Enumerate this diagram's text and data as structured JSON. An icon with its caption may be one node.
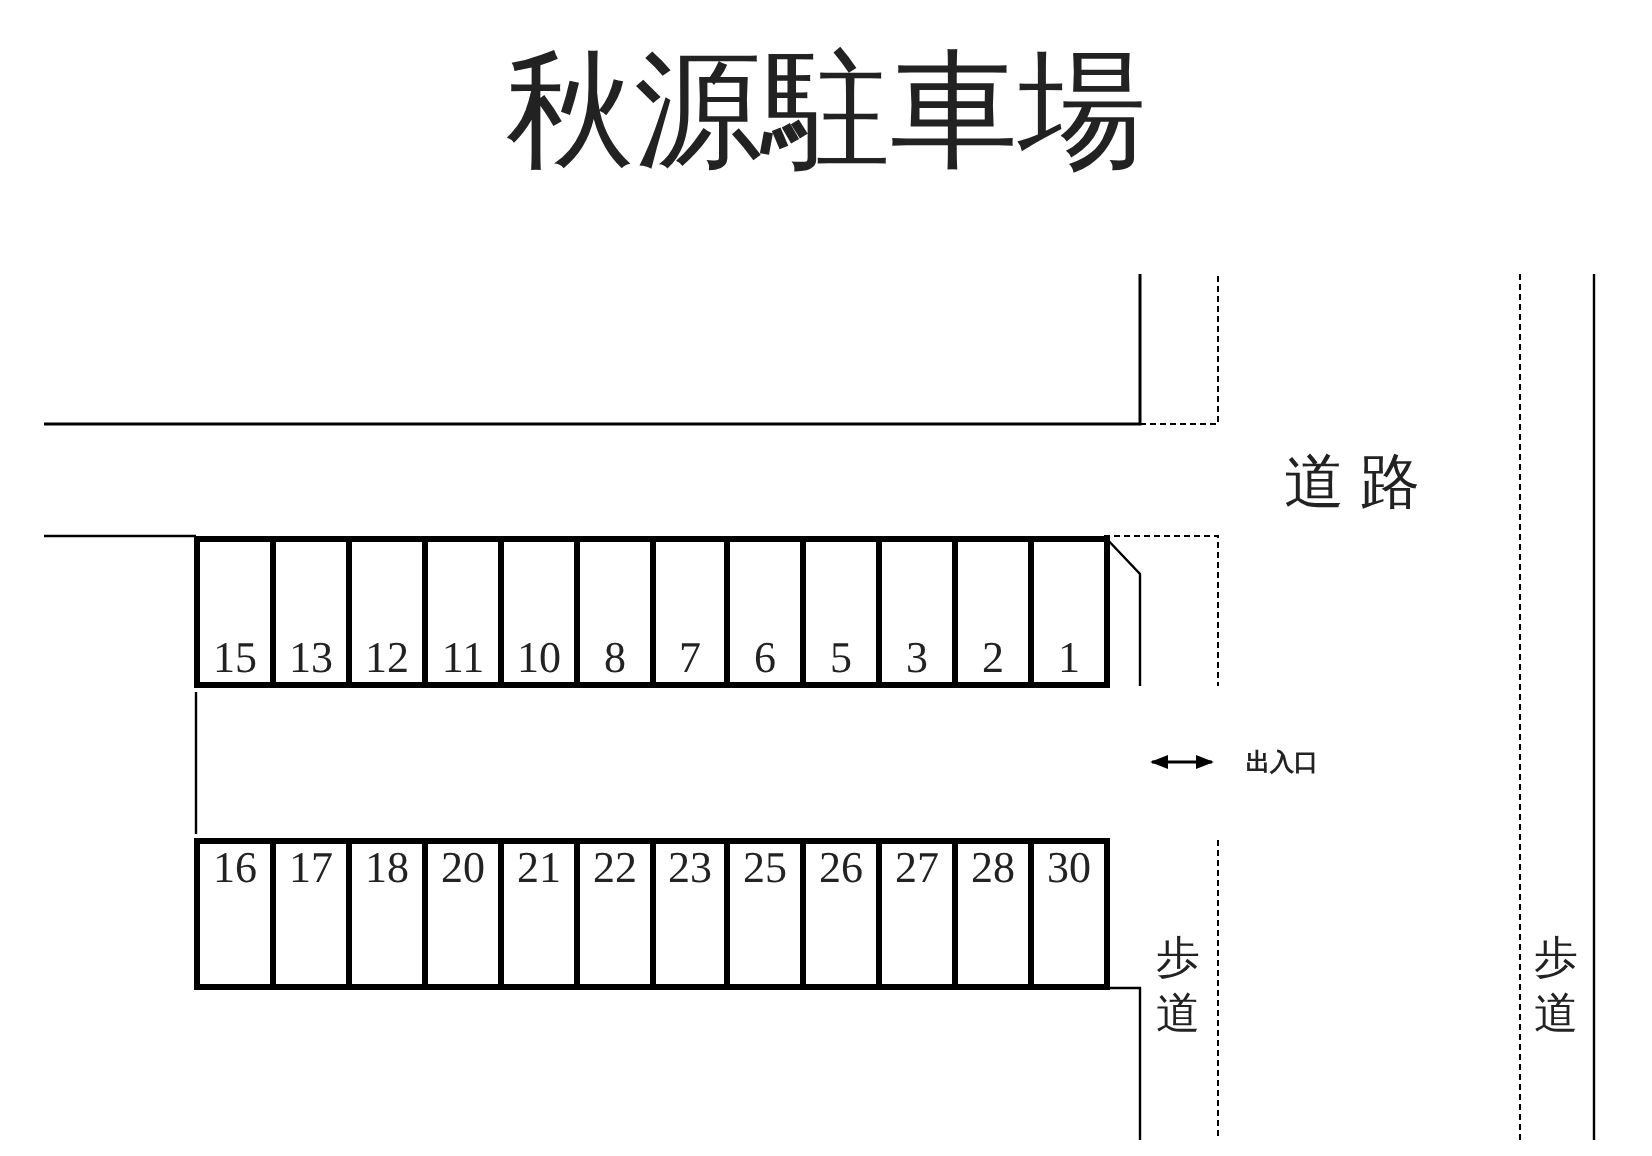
{
  "diagram": {
    "title": "秋源駐車場",
    "nodes": [
      {
        "text": [
          "15"
        ]
      },
      {
        "text": [
          "13"
        ]
      },
      {
        "text": [
          "12"
        ]
      },
      {
        "text": [
          "11"
        ]
      },
      {
        "text": [
          "10"
        ]
      },
      {
        "text": [
          "8"
        ]
      },
      {
        "text": [
          "7"
        ]
      },
      {
        "text": [
          "6"
        ]
      },
      {
        "text": [
          "5"
        ]
      },
      {
        "text": [
          "3"
        ]
      },
      {
        "text": [
          "2"
        ]
      },
      {
        "text": [
          "1"
        ]
      },
      {
        "text": [
          "16"
        ]
      },
      {
        "text": [
          "17"
        ]
      },
      {
        "text": [
          "18"
        ]
      },
      {
        "text": [
          "20"
        ]
      },
      {
        "text": [
          "21"
        ]
      },
      {
        "text": [
          "22"
        ]
      },
      {
        "text": [
          "23"
        ]
      },
      {
        "text": [
          "25"
        ]
      },
      {
        "text": [
          "26"
        ]
      },
      {
        "text": [
          "27"
        ]
      },
      {
        "text": [
          "28"
        ]
      },
      {
        "text": [
          "30"
        ]
      }
    ],
    "labels": [
      "道路",
      "出入口",
      "歩道",
      "歩道"
    ]
  }
}
